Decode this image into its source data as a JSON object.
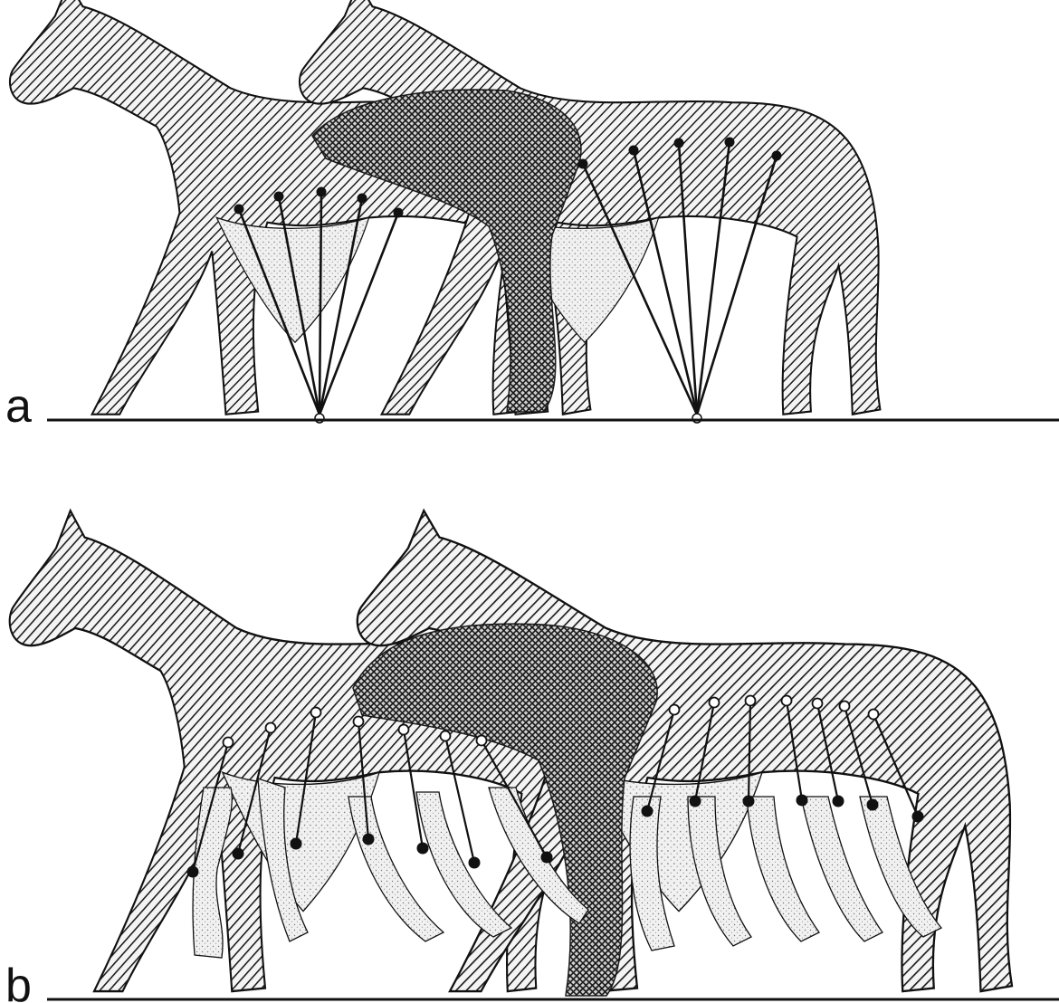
{
  "panels": [
    {
      "label": "a"
    },
    {
      "label": "b"
    }
  ],
  "colors": {
    "ink": "#111111",
    "stripe": "#1a1a1a",
    "fill_light": "#e3e3e3",
    "background": "#ffffff"
  },
  "icons": {
    "hatching": "diagonal-stripe-pattern",
    "crosshatch": "crosshatch-pattern",
    "stipple": "stipple-pattern"
  }
}
